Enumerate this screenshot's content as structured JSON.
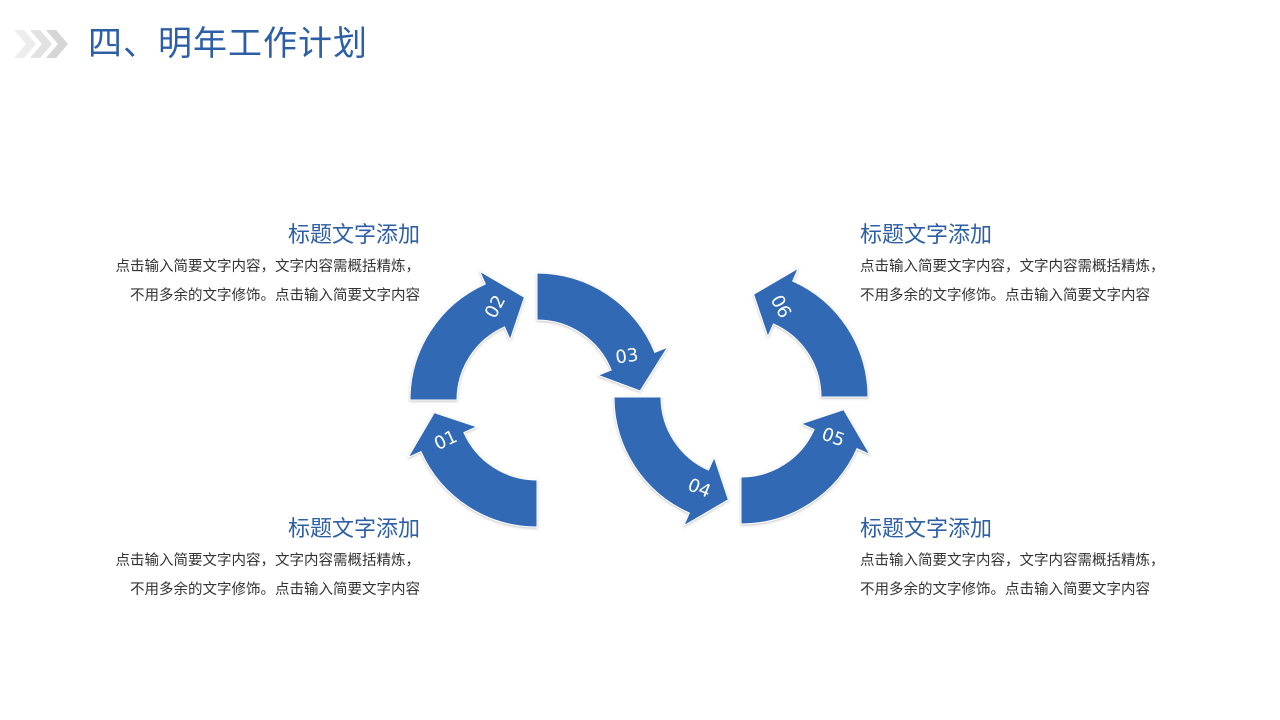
{
  "slide": {
    "title": "四、明年工作计划"
  },
  "colors": {
    "accent": "#2d5fa7",
    "arrow_fill": "#3269b5",
    "body_text": "#333333",
    "chevron_light": "#e8e8e8",
    "chevron_mid": "#d0d0d0"
  },
  "icons": {
    "title_marker": "chevrons-icon"
  },
  "steps": [
    {
      "number": "01"
    },
    {
      "number": "02"
    },
    {
      "number": "03"
    },
    {
      "number": "04"
    },
    {
      "number": "05"
    },
    {
      "number": "06"
    }
  ],
  "blocks": [
    {
      "title": "标题文字添加",
      "body": "点击输入简要文字内容，文字内容需概括精炼，不用多余的文字修饰。点击输入简要文字内容"
    },
    {
      "title": "标题文字添加",
      "body": "点击输入简要文字内容，文字内容需概括精炼，不用多余的文字修饰。点击输入简要文字内容"
    },
    {
      "title": "标题文字添加",
      "body": "点击输入简要文字内容，文字内容需概括精炼，不用多余的文字修饰。点击输入简要文字内容"
    },
    {
      "title": "标题文字添加",
      "body": "点击输入简要文字内容，文字内容需概括精炼，不用多余的文字修饰。点击输入简要文字内容"
    }
  ]
}
